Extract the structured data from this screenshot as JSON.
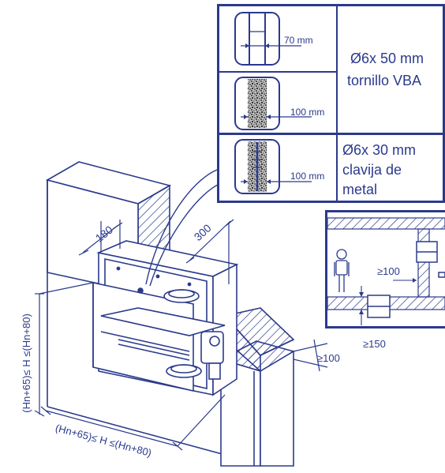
{
  "colors": {
    "ink": "#2b3a8c",
    "background": "#ffffff",
    "wall_fill": "#ffffff",
    "hatch": "#2b3a8c",
    "anchor_gray": "#808080"
  },
  "legend": {
    "row1": {
      "dim_label": "70 mm",
      "fastener_line1": "Ø6x 50 mm",
      "fastener_line2": "tornillo VBA"
    },
    "row2": {
      "dim_label": "100 mm"
    },
    "row3": {
      "dim_label": "100 mm",
      "fastener_line1": "Ø6x 30 mm",
      "fastener_line2": "clavija de",
      "fastener_line3": "metal"
    }
  },
  "main_drawing": {
    "dim_depth": "180",
    "dim_offset": "300",
    "dim_height": "(Hn+65)≤ H ≤(Hn+80)",
    "dim_width": "(Hn+65)≤ H ≤(Hn+80)",
    "dim_side_clearance": "≥100"
  },
  "installation_inset": {
    "dim_gap_horizontal": "≥100",
    "dim_gap_vertical": "≥150",
    "icons": [
      "person-icon",
      "damper-icon",
      "damper-icon"
    ]
  }
}
